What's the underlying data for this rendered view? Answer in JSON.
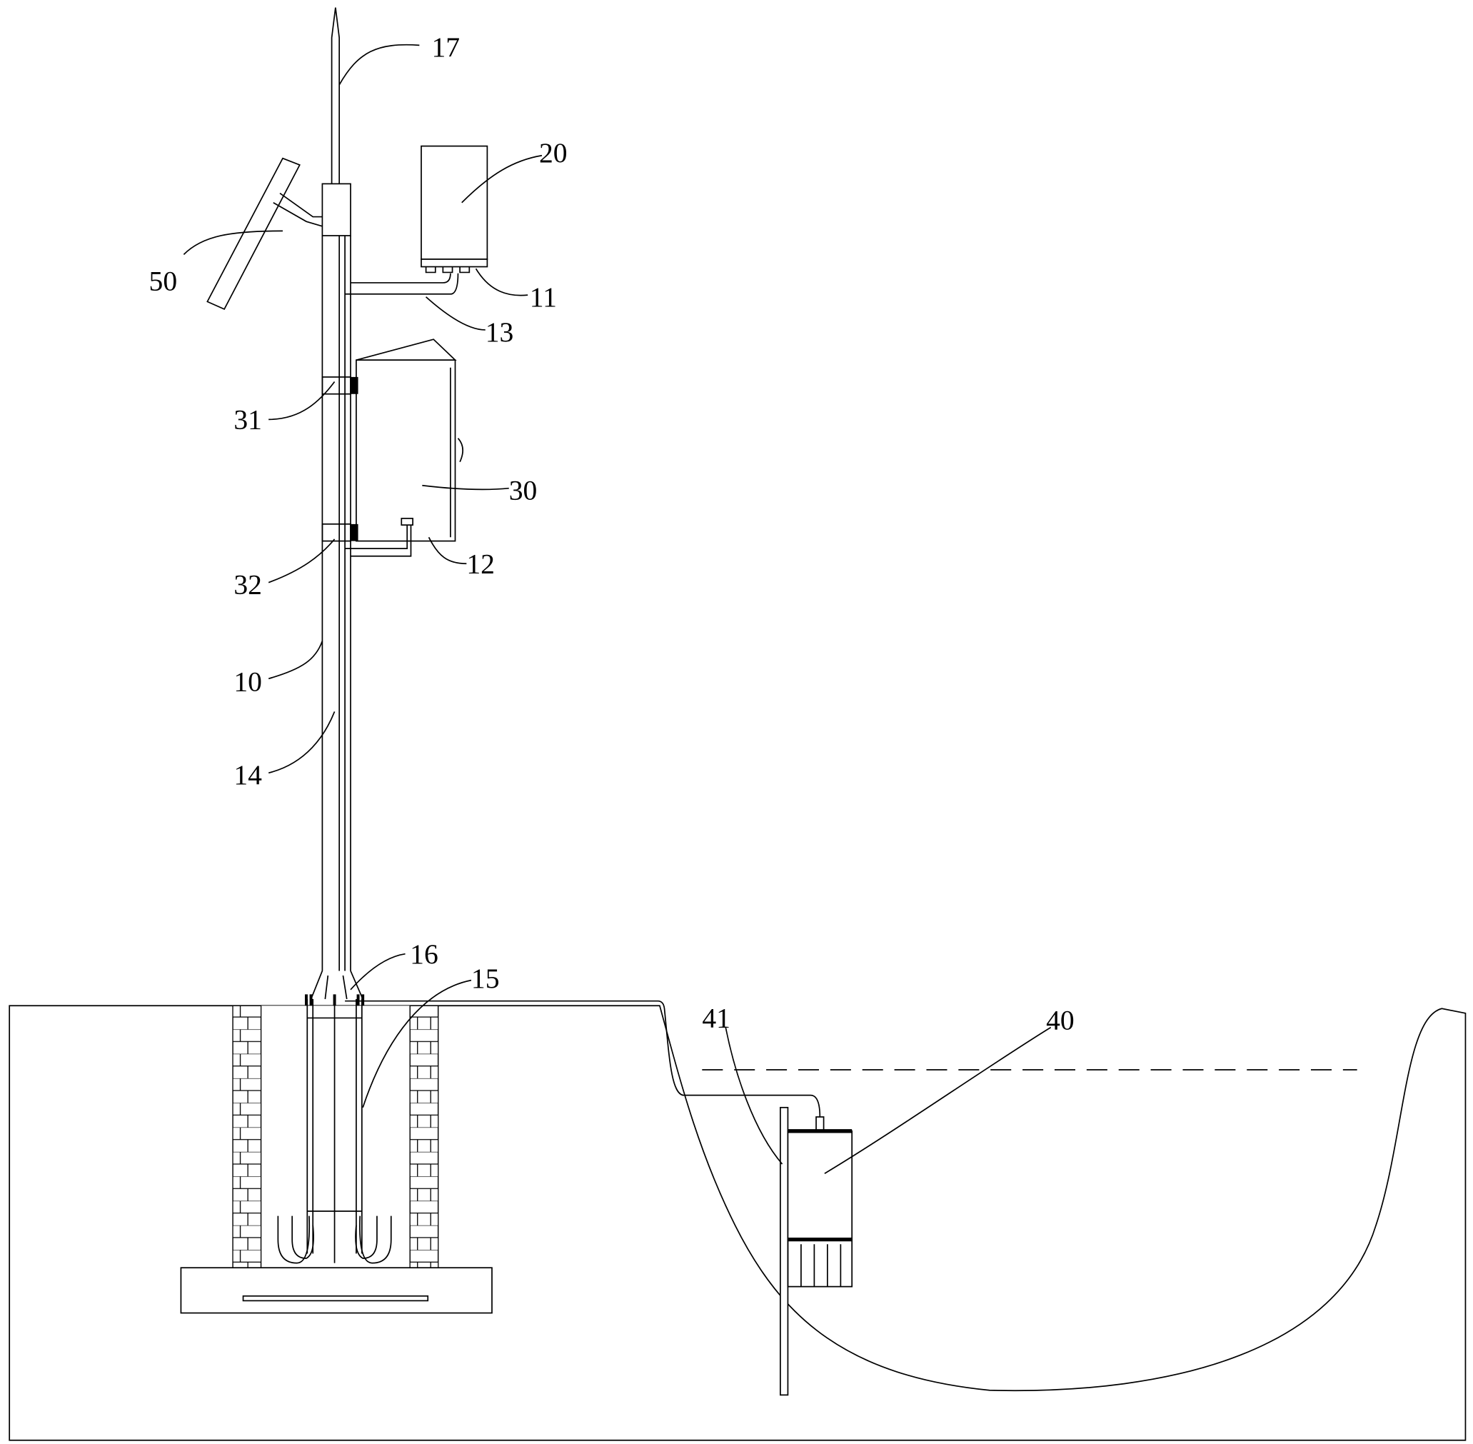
{
  "figure": {
    "labels": {
      "lightning_rod": "17",
      "sensor_box": "20",
      "solar_panel": "50",
      "connector": "11",
      "cable_top": "13",
      "upper_clamp": "31",
      "control_cabinet": "30",
      "lower_clamp": "32",
      "cabinet_cable": "12",
      "pole": "10",
      "inner_conduit": "14",
      "base_flange": "16",
      "anchor_bolts": "15",
      "mounting_plate": "41",
      "water_sensor": "40"
    }
  }
}
